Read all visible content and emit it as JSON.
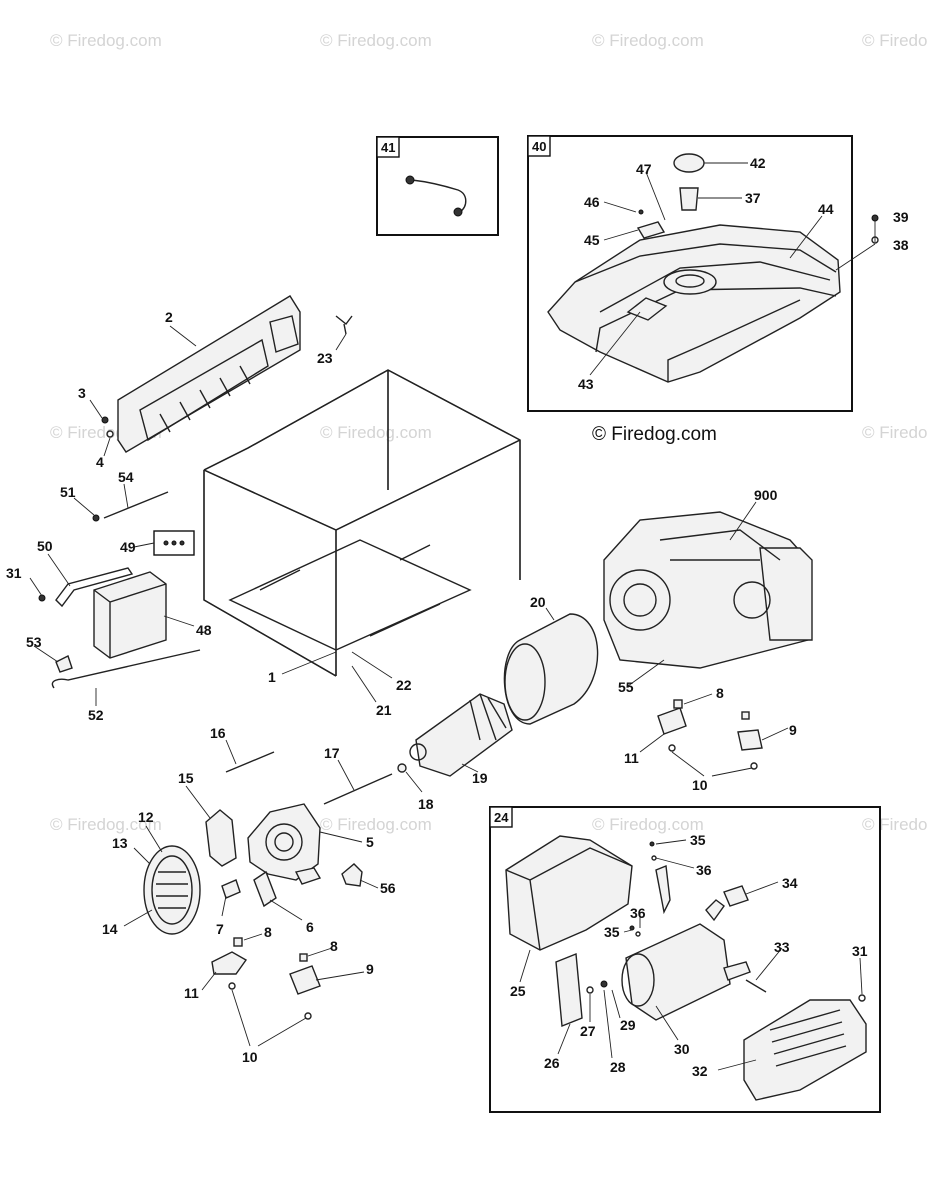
{
  "watermark": {
    "text": "© Firedog.com"
  },
  "copyright": {
    "text": "© Firedog.com"
  },
  "insets": [
    {
      "id": "41",
      "label": "41"
    },
    {
      "id": "40",
      "label": "40"
    },
    {
      "id": "24",
      "label": "24"
    }
  ],
  "callouts": [
    {
      "id": "c42",
      "label": "42"
    },
    {
      "id": "c47",
      "label": "47"
    },
    {
      "id": "c37",
      "label": "37"
    },
    {
      "id": "c46",
      "label": "46"
    },
    {
      "id": "c44",
      "label": "44"
    },
    {
      "id": "c39",
      "label": "39"
    },
    {
      "id": "c38",
      "label": "38"
    },
    {
      "id": "c45",
      "label": "45"
    },
    {
      "id": "c43",
      "label": "43"
    },
    {
      "id": "c2",
      "label": "2"
    },
    {
      "id": "c23",
      "label": "23"
    },
    {
      "id": "c3",
      "label": "3"
    },
    {
      "id": "c4",
      "label": "4"
    },
    {
      "id": "c51",
      "label": "51"
    },
    {
      "id": "c54",
      "label": "54"
    },
    {
      "id": "c50",
      "label": "50"
    },
    {
      "id": "c49",
      "label": "49"
    },
    {
      "id": "c31",
      "label": "31"
    },
    {
      "id": "c48",
      "label": "48"
    },
    {
      "id": "c53",
      "label": "53"
    },
    {
      "id": "c52",
      "label": "52"
    },
    {
      "id": "c1",
      "label": "1"
    },
    {
      "id": "c22",
      "label": "22"
    },
    {
      "id": "c21",
      "label": "21"
    },
    {
      "id": "c900",
      "label": "900"
    },
    {
      "id": "c20",
      "label": "20"
    },
    {
      "id": "c55",
      "label": "55"
    },
    {
      "id": "c8a",
      "label": "8"
    },
    {
      "id": "c9a",
      "label": "9"
    },
    {
      "id": "c11a",
      "label": "11"
    },
    {
      "id": "c10a",
      "label": "10"
    },
    {
      "id": "c16",
      "label": "16"
    },
    {
      "id": "c17",
      "label": "17"
    },
    {
      "id": "c19",
      "label": "19"
    },
    {
      "id": "c18",
      "label": "18"
    },
    {
      "id": "c15",
      "label": "15"
    },
    {
      "id": "c12",
      "label": "12"
    },
    {
      "id": "c13",
      "label": "13"
    },
    {
      "id": "c5",
      "label": "5"
    },
    {
      "id": "c56",
      "label": "56"
    },
    {
      "id": "c14",
      "label": "14"
    },
    {
      "id": "c7",
      "label": "7"
    },
    {
      "id": "c6",
      "label": "6"
    },
    {
      "id": "c8b",
      "label": "8"
    },
    {
      "id": "c8c",
      "label": "8"
    },
    {
      "id": "c9b",
      "label": "9"
    },
    {
      "id": "c11b",
      "label": "11"
    },
    {
      "id": "c10b",
      "label": "10"
    },
    {
      "id": "c35a",
      "label": "35"
    },
    {
      "id": "c36a",
      "label": "36"
    },
    {
      "id": "c34",
      "label": "34"
    },
    {
      "id": "c36b",
      "label": "36"
    },
    {
      "id": "c35b",
      "label": "35"
    },
    {
      "id": "c33",
      "label": "33"
    },
    {
      "id": "c31b",
      "label": "31"
    },
    {
      "id": "c25",
      "label": "25"
    },
    {
      "id": "c27",
      "label": "27"
    },
    {
      "id": "c29",
      "label": "29"
    },
    {
      "id": "c26",
      "label": "26"
    },
    {
      "id": "c28",
      "label": "28"
    },
    {
      "id": "c30",
      "label": "30"
    },
    {
      "id": "c32",
      "label": "32"
    }
  ]
}
